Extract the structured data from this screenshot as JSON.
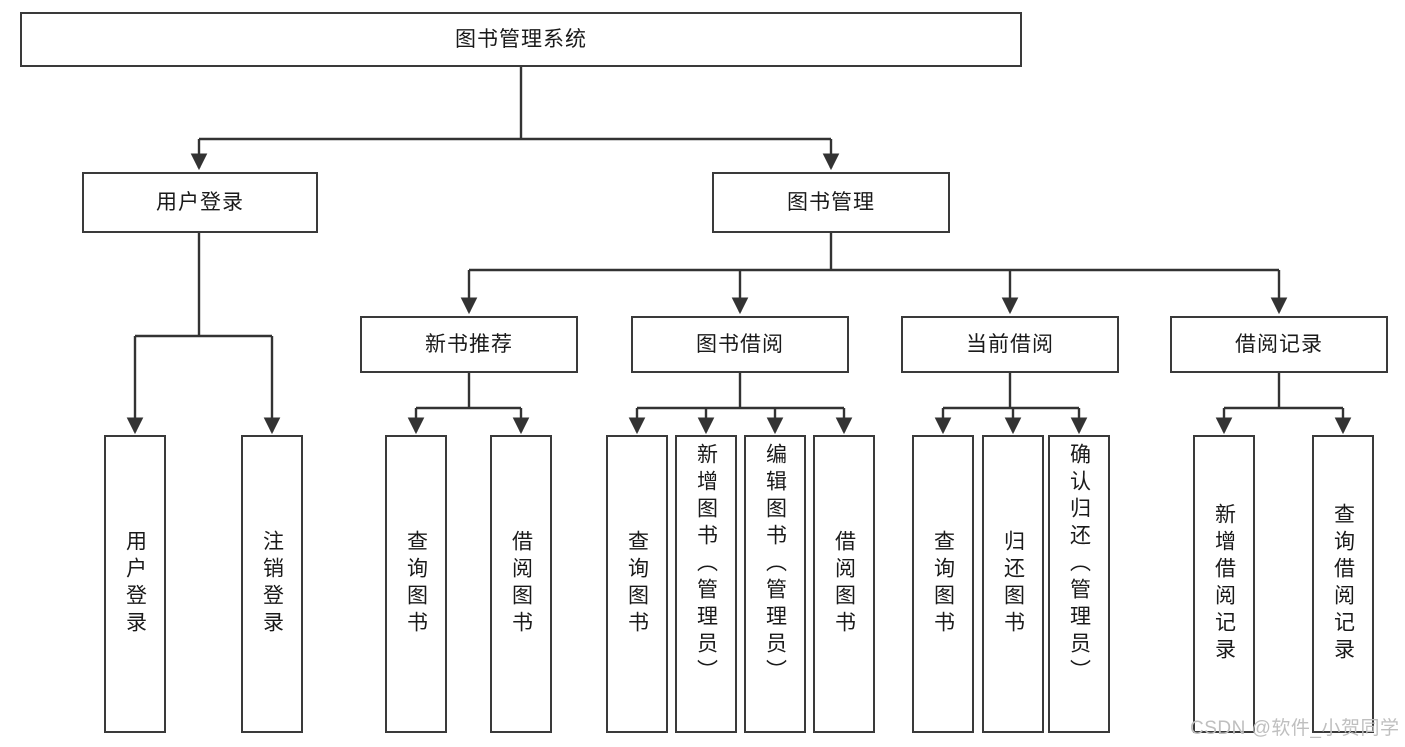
{
  "diagram": {
    "type": "tree-hierarchy-diagram",
    "title": "图书管理系统",
    "watermark": "CSDN @软件_小贺同学",
    "colors": {
      "box_border": "#3a3a3a",
      "box_fill": "#ffffff",
      "connector": "#333333",
      "text": "#1a1a1a",
      "watermark": "#bfbfbf",
      "background": "#ffffff"
    },
    "levels": {
      "root": {
        "label": "图书管理系统",
        "orientation": "horizontal"
      },
      "level2": [
        {
          "label": "用户登录",
          "orientation": "horizontal"
        },
        {
          "label": "图书管理",
          "orientation": "horizontal"
        }
      ],
      "level3": [
        {
          "label": "新书推荐",
          "orientation": "horizontal",
          "parent": "图书管理"
        },
        {
          "label": "图书借阅",
          "orientation": "horizontal",
          "parent": "图书管理"
        },
        {
          "label": "当前借阅",
          "orientation": "horizontal",
          "parent": "图书管理"
        },
        {
          "label": "借阅记录",
          "orientation": "horizontal",
          "parent": "图书管理"
        }
      ],
      "leaves": {
        "user_login": [
          {
            "label": "用户登录",
            "orientation": "vertical"
          },
          {
            "label": "注销登录",
            "orientation": "vertical"
          }
        ],
        "new_book_recommend": [
          {
            "label": "查询图书",
            "orientation": "vertical"
          },
          {
            "label": "借阅图书",
            "orientation": "vertical"
          }
        ],
        "book_borrow": [
          {
            "label": "查询图书",
            "orientation": "vertical"
          },
          {
            "label": "新增图书（管理员）",
            "orientation": "vertical"
          },
          {
            "label": "编辑图书（管理员）",
            "orientation": "vertical"
          },
          {
            "label": "借阅图书",
            "orientation": "vertical"
          }
        ],
        "current_borrow": [
          {
            "label": "查询图书",
            "orientation": "vertical"
          },
          {
            "label": "归还图书",
            "orientation": "vertical"
          },
          {
            "label": "确认归还（管理员）",
            "orientation": "vertical"
          }
        ],
        "borrow_record": [
          {
            "label": "新增借阅记录",
            "orientation": "vertical"
          },
          {
            "label": "查询借阅记录",
            "orientation": "vertical"
          }
        ]
      }
    }
  }
}
